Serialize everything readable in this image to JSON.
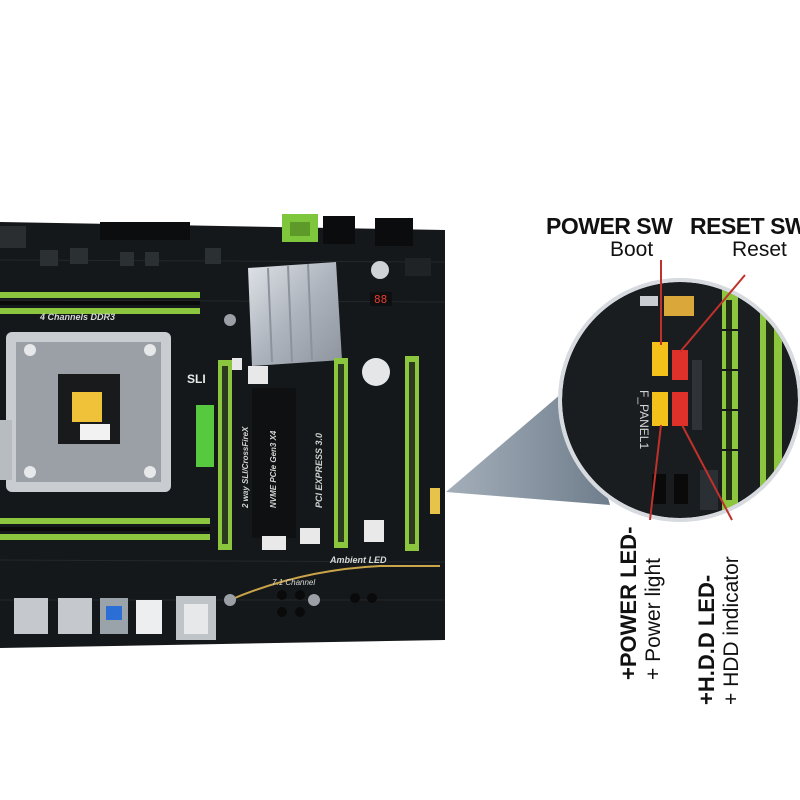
{
  "labels": {
    "power_sw": "POWER SW",
    "boot": "Boot",
    "reset_sw": "RESET SW",
    "reset": "Reset",
    "power_led": "+POWER LED-",
    "power_light": "+ Power light",
    "hdd_led": "+H.D.D LED-",
    "hdd_indicator": "+ HDD indicator"
  },
  "board_text": {
    "ddr_label": "4 Channels DDR3",
    "sli": "SLI",
    "nvme": "NVME PCIe Gen3 X4",
    "sli_crossfire": "2 way SLI/CrossFireX",
    "pci_express": "PCI EXPRESS 3.0",
    "ambient": "Ambient LED",
    "channel": "7.1 Channel",
    "panel": "F_PANEL1"
  },
  "colors": {
    "board": "#15181a",
    "slot_green": "#8cc63f",
    "heatsink": "#b9bec6",
    "callout_led_red": "#e0302a",
    "callout_led_yellow": "#f2c21a",
    "pointer_line": "#c0312b"
  }
}
